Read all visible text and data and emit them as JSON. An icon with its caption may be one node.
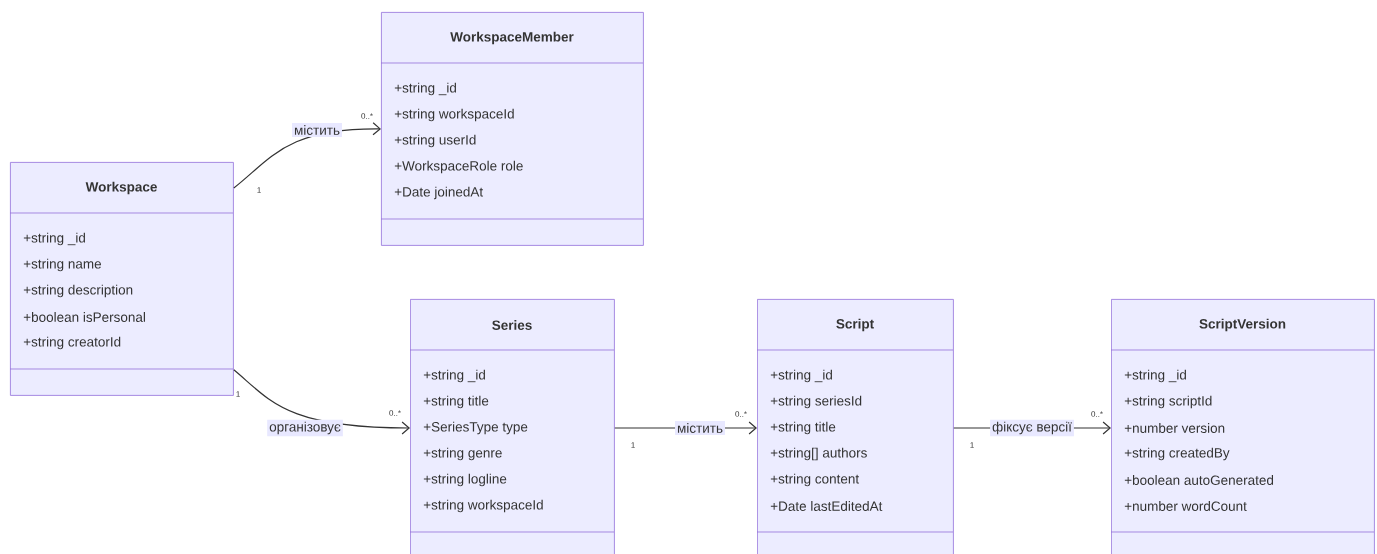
{
  "diagram": {
    "nodes": [
      {
        "text": [
          "Workspace",
          "+string _id",
          "+string name",
          "+string description",
          "+boolean isPersonal",
          "+string creatorId"
        ]
      },
      {
        "text": [
          "WorkspaceMember",
          "+string _id",
          "+string workspaceId",
          "+string userId",
          "+WorkspaceRole role",
          "+Date joinedAt"
        ]
      },
      {
        "text": [
          "Series",
          "+string _id",
          "+string title",
          "+SeriesType type",
          "+string genre",
          "+string logline",
          "+string workspaceId"
        ]
      },
      {
        "text": [
          "Script",
          "+string _id",
          "+string seriesId",
          "+string title",
          "+string[] authors",
          "+string content",
          "+Date lastEditedAt"
        ]
      },
      {
        "text": [
          "ScriptVersion",
          "+string _id",
          "+string scriptId",
          "+number version",
          "+string createdBy",
          "+boolean autoGenerated",
          "+number wordCount"
        ]
      }
    ],
    "edges": [
      {
        "from": 0,
        "to": 1,
        "arrow": "to",
        "label": "містить"
      },
      {
        "from": 0,
        "to": 2,
        "arrow": "to",
        "label": "організовує"
      },
      {
        "from": 2,
        "to": 3,
        "arrow": "to",
        "label": "містить"
      },
      {
        "from": 3,
        "to": 4,
        "arrow": "to",
        "label": "фіксує версії"
      }
    ],
    "labels": [
      "0..*",
      "1",
      "1",
      "0..*",
      "0..*",
      "1",
      "0..*",
      "1"
    ]
  }
}
